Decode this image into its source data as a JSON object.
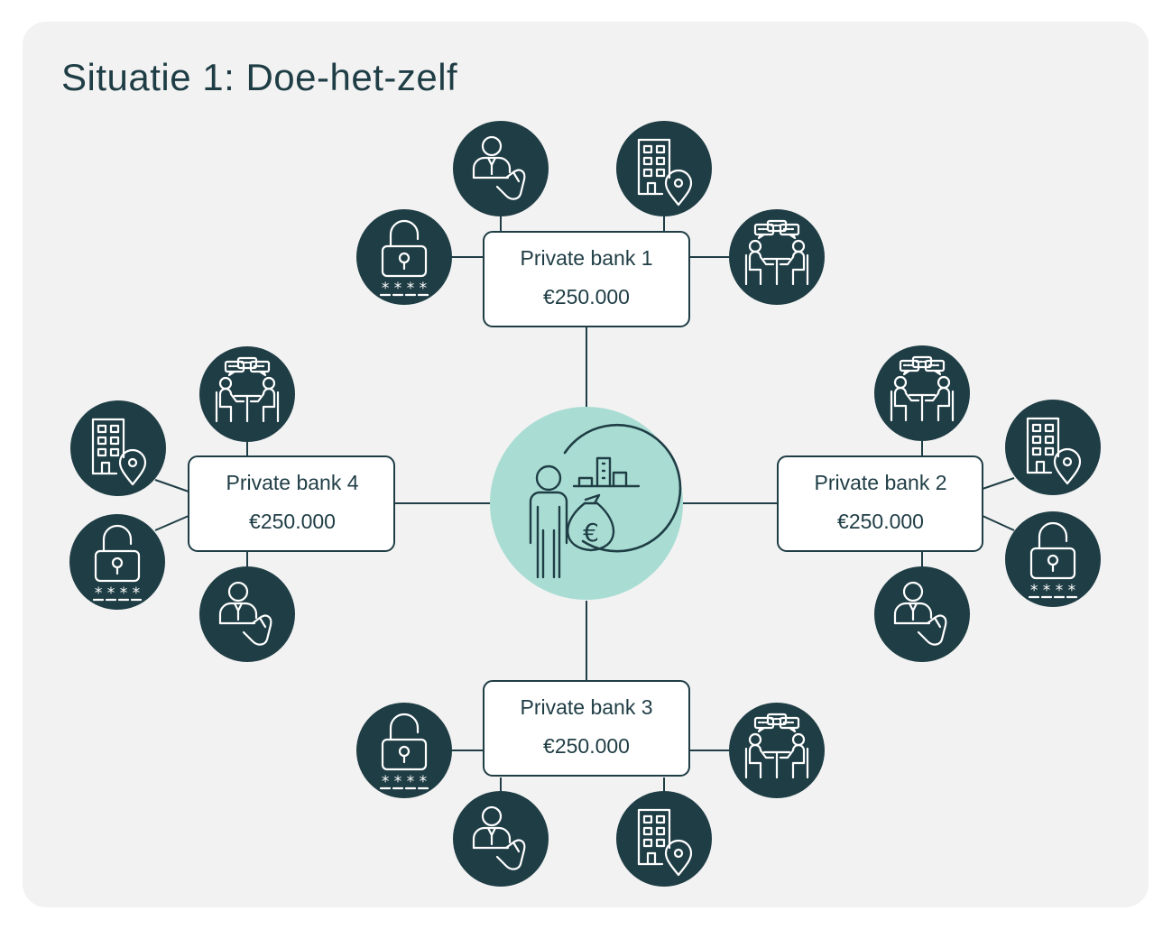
{
  "title": "Situatie 1: Doe-het-zelf",
  "colors": {
    "background": "#f2f2f2",
    "icon_circle": "#1f3d45",
    "center_circle": "#a9ddd3",
    "line": "#1f3d45"
  },
  "banks": [
    {
      "name": "Private bank 1",
      "amount": "€250.000"
    },
    {
      "name": "Private bank 2",
      "amount": "€250.000"
    },
    {
      "name": "Private bank 3",
      "amount": "€250.000"
    },
    {
      "name": "Private bank 4",
      "amount": "€250.000"
    }
  ],
  "icons": {
    "lock": "padlock-pin-icon",
    "advisor": "advisor-phone-icon",
    "building": "building-location-icon",
    "meeting": "meeting-chat-icon",
    "center": "investor-money-bag-icon"
  }
}
